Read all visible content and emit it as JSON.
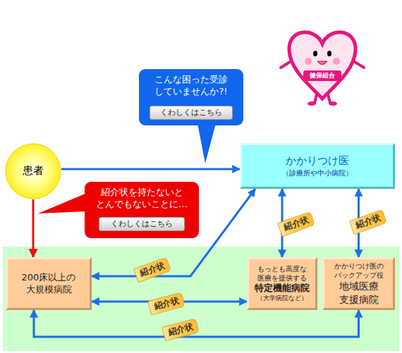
{
  "diagram": {
    "nodes": [
      {
        "text": [
          "こんな困った受診 していませんか?!"
        ]
      },
      {
        "text": [
          "くわしくはこちら"
        ],
        "in": 0
      },
      {
        "text": [
          "患者"
        ]
      },
      {
        "text": [
          "かかりつけ医",
          "（診療所や中小病院）"
        ]
      },
      {
        "text": [
          "紹介状を持たないと とんでもないことに…"
        ]
      },
      {
        "text": [
          "くわしくはこちら"
        ],
        "in": 4
      },
      {
        "text": [
          "200床以上の 大規模病院"
        ]
      },
      {
        "text": [
          "もっとも高度な 医療を提供する",
          "特定機能病院",
          "（大学病院など）"
        ]
      },
      {
        "text": [
          "かかりつけ医の バックアップ役",
          "地域医療 支援病院"
        ]
      }
    ],
    "edges": [
      {
        "from": 2,
        "to": 3,
        "arrow": "to"
      },
      {
        "from": 2,
        "to": 6,
        "arrow": "to"
      },
      {
        "from": 3,
        "to": 7,
        "arrow": "both",
        "label": "紹介状"
      },
      {
        "from": 3,
        "to": 8,
        "arrow": "both",
        "label": "紹介状"
      },
      {
        "from": 6,
        "to": 3,
        "arrow": "both",
        "label": "紹介状"
      },
      {
        "from": 6,
        "to": 7,
        "arrow": "both",
        "label": "紹介状"
      },
      {
        "from": 6,
        "to": 8,
        "arrow": "both",
        "label": "紹介状"
      }
    ],
    "labels": [
      "健保組合"
    ]
  }
}
